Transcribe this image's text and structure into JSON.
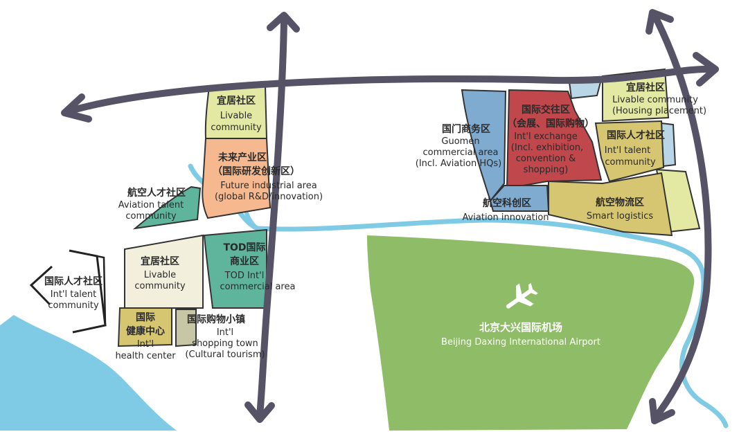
{
  "colors": {
    "livable": "#e3e9a3",
    "future": "#f6b98f",
    "aviation_talent": "#5fb59b",
    "tod": "#5fb59b",
    "community": "#f2efdc",
    "health": "#d6c672",
    "shopping": "#c7c7a6",
    "guomen": "#7fabd1",
    "exchange": "#c0474b",
    "logistics": "#d6c672",
    "talent_r": "#d6c672",
    "airport": "#8fbd67",
    "water": "#7fcbe5",
    "arrow": "#565366"
  },
  "icons": {
    "airport": "airplane-icon"
  },
  "labels": {
    "livable_w": {
      "zh": "宜居社区",
      "en1": "Livable",
      "en2": "community"
    },
    "future": {
      "zh1": "未来产业区",
      "zh2": "（国际研发创新区）",
      "en1": "Future industrial area",
      "en2": "(global R&D/innovation)"
    },
    "aviation_talent": {
      "zh": "航空人才社区",
      "en1": "Aviation talent",
      "en2": "community"
    },
    "livable_m": {
      "zh": "宜居社区",
      "en1": "Livable",
      "en2": "community"
    },
    "tod": {
      "zh1": "TOD国际",
      "zh2": "商业区",
      "en1": "TOD Int'l",
      "en2": "commercial area"
    },
    "intl_talent_w": {
      "zh": "国际人才社区",
      "en1": "Int'l talent",
      "en2": "community"
    },
    "health": {
      "zh1": "国际",
      "zh2": "健康中心",
      "en1": "Int'l",
      "en2": "health center"
    },
    "shopping": {
      "zh": "国际购物小镇",
      "en1": "Int'l",
      "en2": "shopping town",
      "en3": "(Cultural tourism)"
    },
    "guomen": {
      "zh": "国门商务区",
      "en1": "Guomen",
      "en2": "commercial area",
      "en3": "(Incl. Aviation HQs)"
    },
    "exchange": {
      "zh1": "国际交往区",
      "zh2": "（会展、国际购物）",
      "en1": "Int'l exchange",
      "en2": "(Incl. exhibition,",
      "en3": "convention &",
      "en4": "shopping)"
    },
    "livable_e": {
      "zh": "宜居社区",
      "en1": "Livable community",
      "en2": "(Housing placement)"
    },
    "intl_talent_e": {
      "zh": "国际人才社区",
      "en1": "Int'l talent",
      "en2": "community"
    },
    "innovation": {
      "zh": "航空科创区",
      "en": "Aviation innovation"
    },
    "logistics": {
      "zh": "航空物流区",
      "en": "Smart logistics"
    },
    "airport": {
      "zh": "北京大兴国际机场",
      "en": "Beijing Daxing International Airport"
    }
  }
}
